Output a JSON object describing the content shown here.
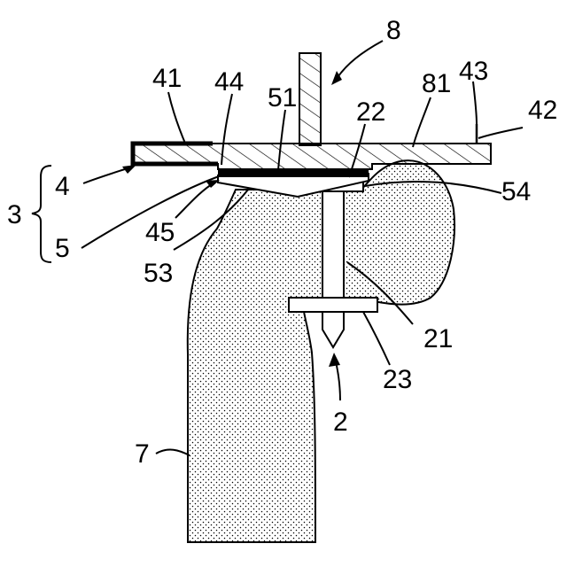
{
  "labels": {
    "l2": "2",
    "l3": "3",
    "l4": "4",
    "l5": "5",
    "l7": "7",
    "l8": "8",
    "l21": "21",
    "l22": "22",
    "l23": "23",
    "l41": "41",
    "l42": "42",
    "l43": "43",
    "l44": "44",
    "l45": "45",
    "l51": "51",
    "l53": "53",
    "l54": "54",
    "l81": "81"
  },
  "colors": {
    "line": "#000000",
    "background": "#ffffff",
    "stipple": "#000000"
  }
}
